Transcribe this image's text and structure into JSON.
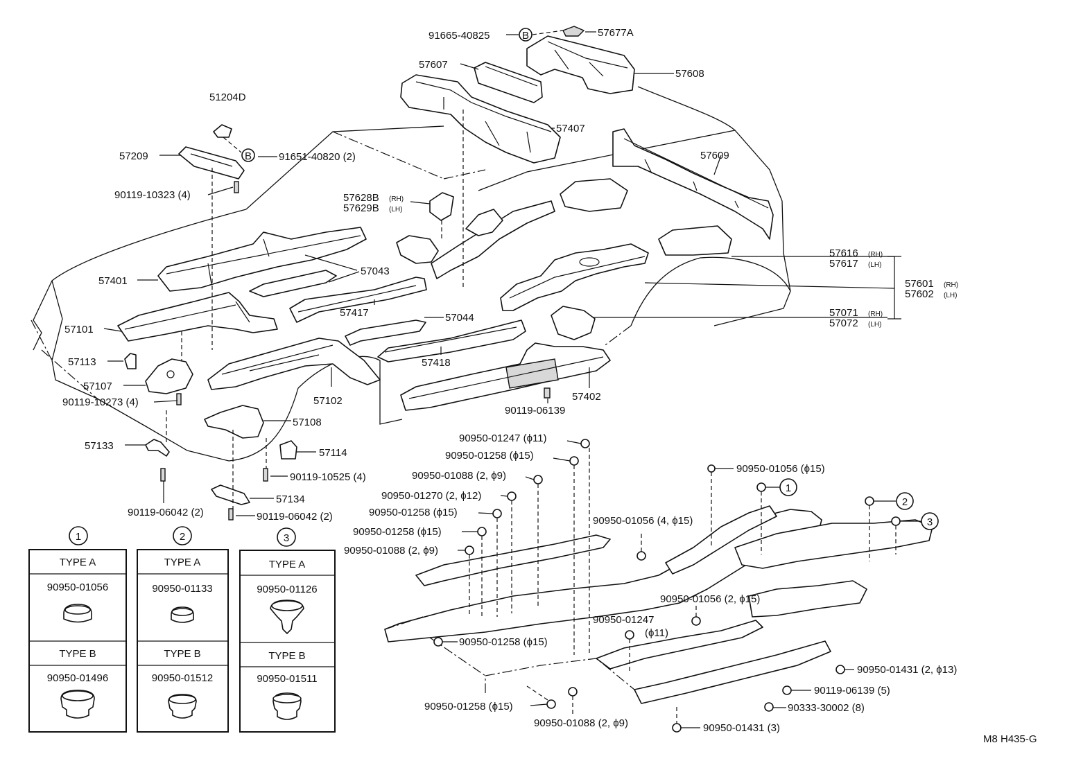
{
  "code": "M8 H435-G",
  "labels": {
    "p91665": "91665-40825",
    "p57677A": "57677A",
    "p57607": "57607",
    "p57608": "57608",
    "p51204D": "51204D",
    "p57407": "57407",
    "p57209": "57209",
    "p91651": "91651-40820 (2)",
    "p90119_10323": "90119-10323 (4)",
    "p57609": "57609",
    "p57628B": "57628B",
    "p57629B": "57629B",
    "p57401": "57401",
    "p57043": "57043",
    "p57616": "57616",
    "p57617": "57617",
    "p57601": "57601",
    "p57602": "57602",
    "p57417": "57417",
    "p57071": "57071",
    "p57072": "57072",
    "p57101": "57101",
    "p57044": "57044",
    "p57113": "57113",
    "p57418": "57418",
    "p57107": "57107",
    "p90119_10273": "90119-10273 (4)",
    "p57102": "57102",
    "p57402": "57402",
    "p90119_06139a": "90119-06139",
    "p57108": "57108",
    "p57133": "57133",
    "p57114": "57114",
    "p90119_10525": "90119-10525 (4)",
    "p57134": "57134",
    "p90119_06042a": "90119-06042 (2)",
    "p90119_06042b": "90119-06042 (2)",
    "p01247a": "90950-01247 (ϕ11)",
    "p01258a": "90950-01258 (ϕ15)",
    "p01088a": "90950-01088 (2, ϕ9)",
    "p01270": "90950-01270 (2, ϕ12)",
    "p01258b": "90950-01258 (ϕ15)",
    "p01258c": "90950-01258 (ϕ15)",
    "p01088b": "90950-01088 (2, ϕ9)",
    "p01056a": "90950-01056 (ϕ15)",
    "p01056b": "90950-01056 (4, ϕ15)",
    "p01056c": "90950-01056 (2, ϕ15)",
    "p01247b_1": "90950-01247",
    "p01247b_2": "(ϕ11)",
    "p01258d": "90950-01258 (ϕ15)",
    "p01431a": "90950-01431 (2, ϕ13)",
    "p90119_06139b": "90119-06139 (5)",
    "p90333": "90333-30002 (8)",
    "p01258e": "90950-01258 (ϕ15)",
    "p01088c": "90950-01088 (2, ϕ9)",
    "p01431b": "90950-01431 (3)"
  },
  "side": {
    "rh": "(RH)",
    "lh": "(LH)"
  },
  "callouts": {
    "one": "1",
    "two": "2",
    "three": "3",
    "b": "B"
  },
  "plug_boxes": [
    {
      "num": "1",
      "type_a": "TYPE A",
      "part_a": "90950-01056",
      "type_b": "TYPE B",
      "part_b": "90950-01496"
    },
    {
      "num": "2",
      "type_a": "TYPE A",
      "part_a": "90950-01133",
      "type_b": "TYPE B",
      "part_b": "90950-01512"
    },
    {
      "num": "3",
      "type_a": "TYPE A",
      "part_a": "90950-01126",
      "type_b": "TYPE B",
      "part_b": "90950-01511"
    }
  ]
}
